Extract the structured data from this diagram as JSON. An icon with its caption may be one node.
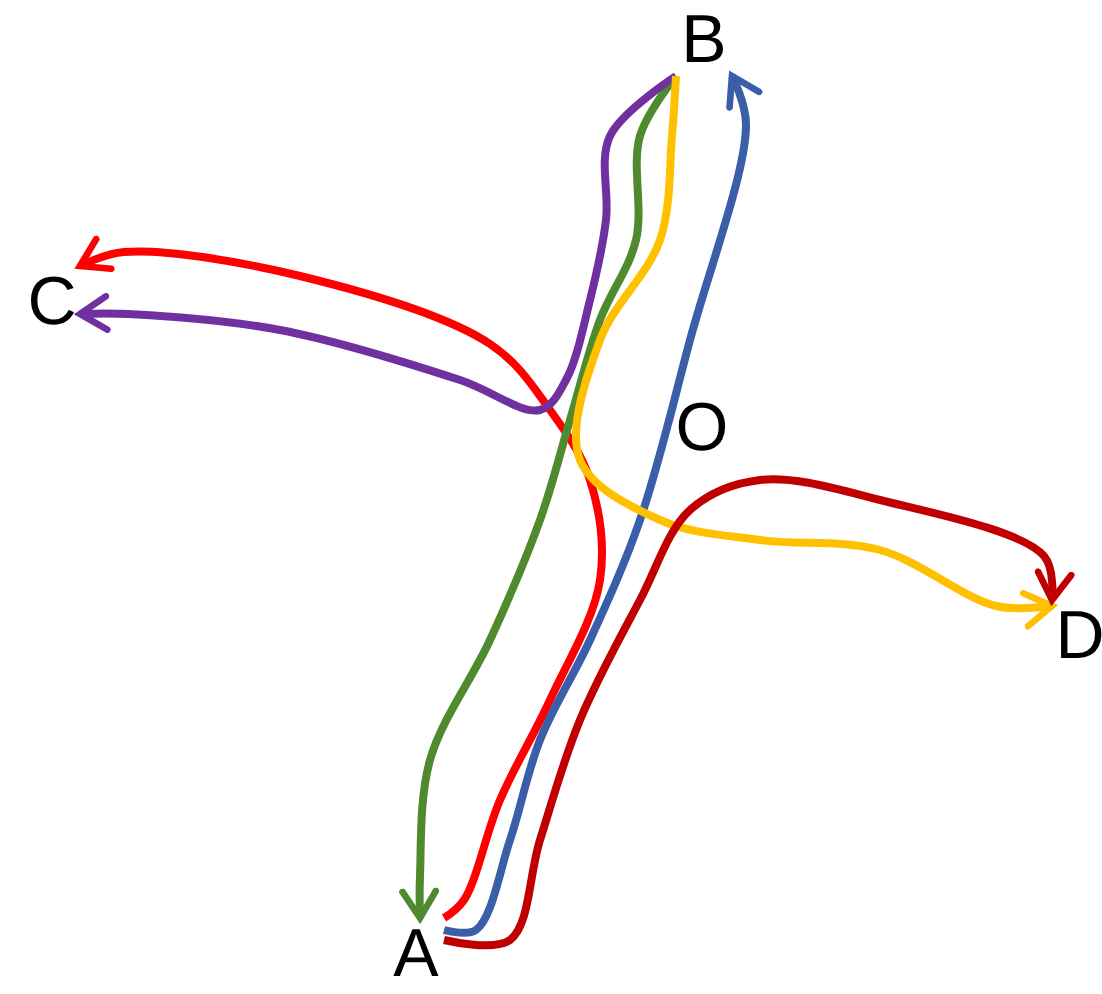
{
  "diagram": {
    "nodes": [
      {
        "text": [
          "B"
        ]
      },
      {
        "text": [
          "C"
        ]
      },
      {
        "text": [
          "D"
        ]
      },
      {
        "text": [
          "A"
        ]
      }
    ],
    "edges": [
      {
        "from": 3,
        "to": 1,
        "arrow": "to",
        "color": "#ff0000"
      },
      {
        "from": 3,
        "to": 0,
        "arrow": "to",
        "color": "#3a5ea8"
      },
      {
        "from": 0,
        "to": 3,
        "arrow": "to",
        "color": "#4f8a2e"
      },
      {
        "from": 0,
        "to": 1,
        "arrow": "to",
        "color": "#7030a0"
      },
      {
        "from": 0,
        "to": 2,
        "arrow": "to",
        "color": "#ffc000"
      },
      {
        "from": 3,
        "to": 2,
        "arrow": "to",
        "color": "#c00000"
      }
    ],
    "labels": [
      "O"
    ]
  }
}
